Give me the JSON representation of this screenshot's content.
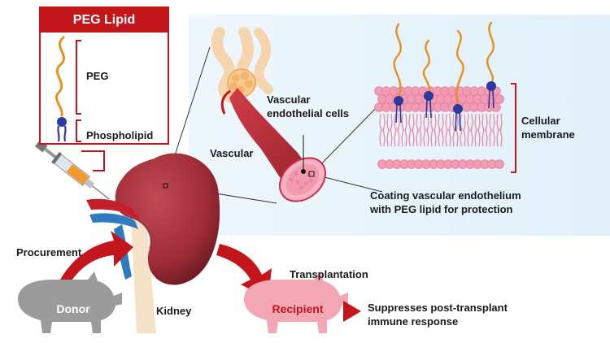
{
  "peg_box": {
    "title": "PEG Lipid",
    "peg_label": "PEG",
    "phospholipid_label": "Phospholipid"
  },
  "labels": {
    "vascular": "Vascular",
    "vascular_endothelial_cells": "Vascular endothelial cells",
    "cellular_membrane": "Cellular membrane",
    "coating": "Coating vascular endothelium with PEG lipid for protection",
    "procurement": "Procurement",
    "transplantation": "Transplantation",
    "kidney": "Kidney",
    "donor": "Donor",
    "recipient": "Recipient",
    "suppresses": "Suppresses post-transplant immune response"
  },
  "colors": {
    "accent_red": "#c3161c",
    "peg_orange": "#e8901f",
    "phospholipid_blue": "#2b3a9c",
    "kidney": "#9e2b35",
    "membrane_pink": "#f29bb4",
    "donor_pig": "#9b9b9b",
    "recipient_pig": "#f3a7b4",
    "panel_blue": "#e6f3fb"
  }
}
